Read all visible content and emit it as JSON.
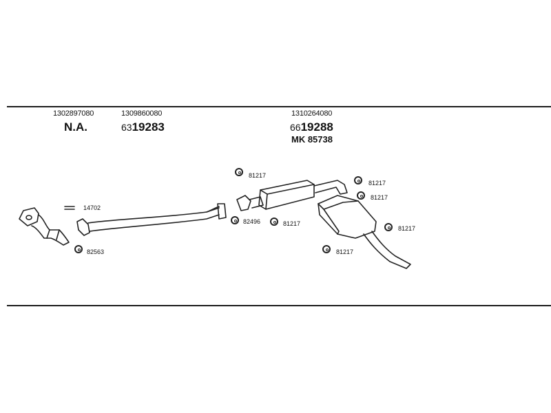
{
  "headers": [
    {
      "number": "1302897080",
      "code_prefix": "",
      "code": "N.A."
    },
    {
      "number": "1309860080",
      "code_prefix": "63",
      "code": "19283"
    },
    {
      "number": "1310264080",
      "code_prefix": "66",
      "code": "19288",
      "extra": "MK  85738"
    }
  ],
  "part_labels": {
    "p14702": "14702",
    "p82563": "82563",
    "p82496": "82496",
    "p81217_a": "81217",
    "p81217_b": "81217",
    "p81217_c": "81217",
    "p81217_d": "81217",
    "p81217_e": "81217",
    "p81217_f": "81217"
  }
}
